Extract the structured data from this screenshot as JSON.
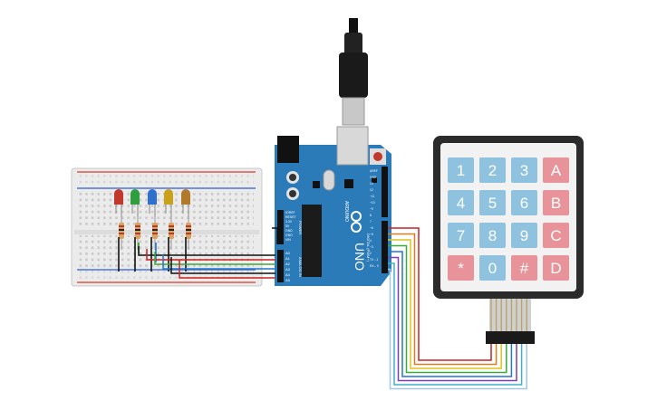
{
  "breadboard": {
    "led_colors": [
      "#c0392b",
      "#2e9e3e",
      "#2f6fd0",
      "#c9a21a",
      "#b07a2a"
    ],
    "rail_colors": {
      "positive": "#d43a2a",
      "negative": "#2a5dd4"
    }
  },
  "arduino": {
    "brand": "ARDUINO",
    "model": "UNO",
    "color": "#2b7bb9",
    "pin_labels_analog": [
      "A0",
      "A1",
      "A2",
      "A3",
      "A4",
      "A5"
    ],
    "pin_labels_power": [
      "IOREF",
      "RESET",
      "3.3V",
      "5V",
      "GND",
      "GND",
      "VIN"
    ],
    "pin_labels_digital": [
      "AREF",
      "GND",
      "13",
      "12",
      "~11",
      "~10",
      "~9",
      "8",
      "7",
      "~6",
      "~5",
      "4",
      "~3",
      "2",
      "TX→1",
      "RX←0"
    ],
    "power_label": "POWER",
    "analog_label": "ANALOG IN",
    "digital_label": "DIGITAL (PWM~)"
  },
  "keypad": {
    "keys": [
      {
        "label": "1",
        "kind": "num"
      },
      {
        "label": "2",
        "kind": "num"
      },
      {
        "label": "3",
        "kind": "num"
      },
      {
        "label": "A",
        "kind": "letter"
      },
      {
        "label": "4",
        "kind": "num"
      },
      {
        "label": "5",
        "kind": "num"
      },
      {
        "label": "6",
        "kind": "num"
      },
      {
        "label": "B",
        "kind": "letter"
      },
      {
        "label": "7",
        "kind": "num"
      },
      {
        "label": "8",
        "kind": "num"
      },
      {
        "label": "9",
        "kind": "num"
      },
      {
        "label": "C",
        "kind": "letter"
      },
      {
        "label": "*",
        "kind": "letter"
      },
      {
        "label": "0",
        "kind": "num"
      },
      {
        "label": "#",
        "kind": "letter"
      },
      {
        "label": "D",
        "kind": "letter"
      }
    ],
    "num_key_color": "#8fc2df",
    "letter_key_color": "#e8939a",
    "body_color": "#2b2b2b"
  },
  "wires": {
    "keypad_colors": [
      "#cc2222",
      "#e07a1a",
      "#e2c41a",
      "#3aaa3a",
      "#2277cc",
      "#7a3fb0",
      "#3fb0c8",
      "#a0c8e0"
    ],
    "analog_colors": [
      "#111111",
      "#cc2222",
      "#3aaa3a",
      "#2277cc",
      "#111111",
      "#cc2222"
    ]
  }
}
